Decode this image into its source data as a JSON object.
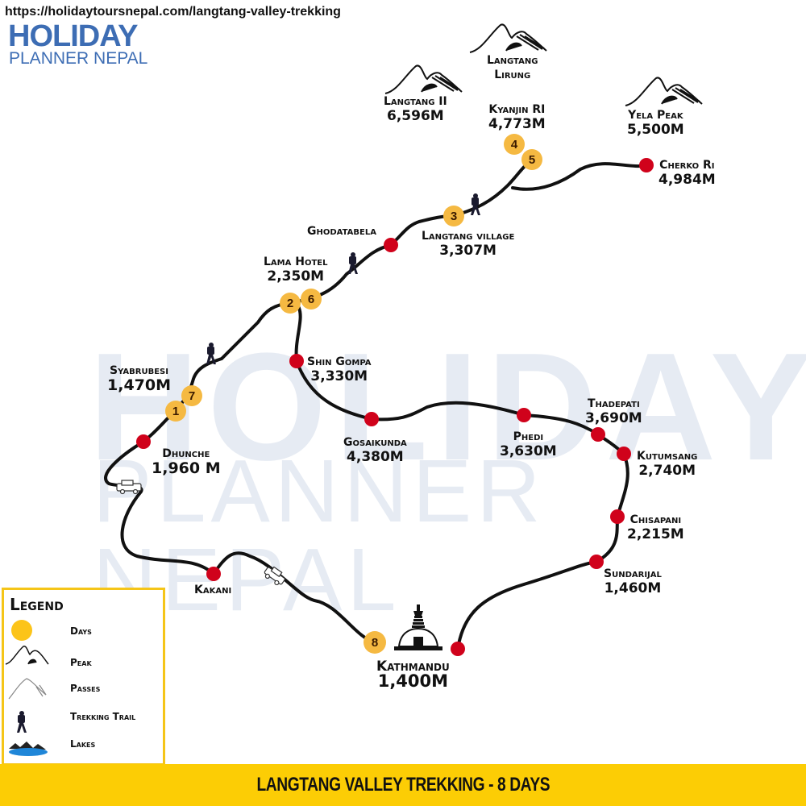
{
  "header": {
    "url": "https://holidaytoursnepal.com/langtang-valley-trekking",
    "logo_top": "HOLIDAY",
    "logo_bottom": "PLANNER NEPAL"
  },
  "watermark": {
    "line1": "HOLIDAY",
    "line2": "PLANNER NEPAL"
  },
  "peaks": [
    {
      "name": "Langtang II",
      "altitude": "6,596M",
      "icon": "peak-icon"
    },
    {
      "name": "Langtang",
      "name2": "Lirung",
      "icon": "peak-icon"
    },
    {
      "name": "Yela Peak",
      "altitude": "5,500M",
      "icon": "peak-icon"
    },
    {
      "name": "Kyanjin RI",
      "altitude": "4,773M"
    }
  ],
  "stops": [
    {
      "name": "Cherko Ri",
      "altitude": "4,984M"
    },
    {
      "name": "Langtang village",
      "altitude": "3,307M"
    },
    {
      "name": "Ghodatabela"
    },
    {
      "name": "Lama Hotel",
      "altitude": "2,350M"
    },
    {
      "name": "Syabrubesi",
      "altitude": "1,470M"
    },
    {
      "name": "Shin Gompa",
      "altitude": "3,330M"
    },
    {
      "name": "Gosaikunda",
      "altitude": "4,380M"
    },
    {
      "name": "Phedi",
      "altitude": "3,630M"
    },
    {
      "name": "Thadepati",
      "altitude": "3,690M"
    },
    {
      "name": "Kutumsang",
      "altitude": "2,740M"
    },
    {
      "name": "Chisapani",
      "altitude": "2,215M"
    },
    {
      "name": "Sundarijal",
      "altitude": "1,460M"
    },
    {
      "name": "Dhunche",
      "altitude": "1,960 M"
    },
    {
      "name": "Kakani"
    },
    {
      "name": "Kathmandu",
      "altitude": "1,400M"
    }
  ],
  "days": [
    "1",
    "2",
    "3",
    "4",
    "5",
    "6",
    "7",
    "8"
  ],
  "legend": {
    "title": "Legend",
    "items": [
      "Days",
      "Peak",
      "Passes",
      "Trekking Trail",
      "Lakes"
    ]
  },
  "footer": {
    "title": "LANGTANG VALLEY TREKKING - 8 DAYS"
  },
  "colors": {
    "day_marker": "#f5b942",
    "stop_marker": "#d0021b",
    "brand_blue": "#3d6db4",
    "footer_yellow": "#fccd05"
  }
}
